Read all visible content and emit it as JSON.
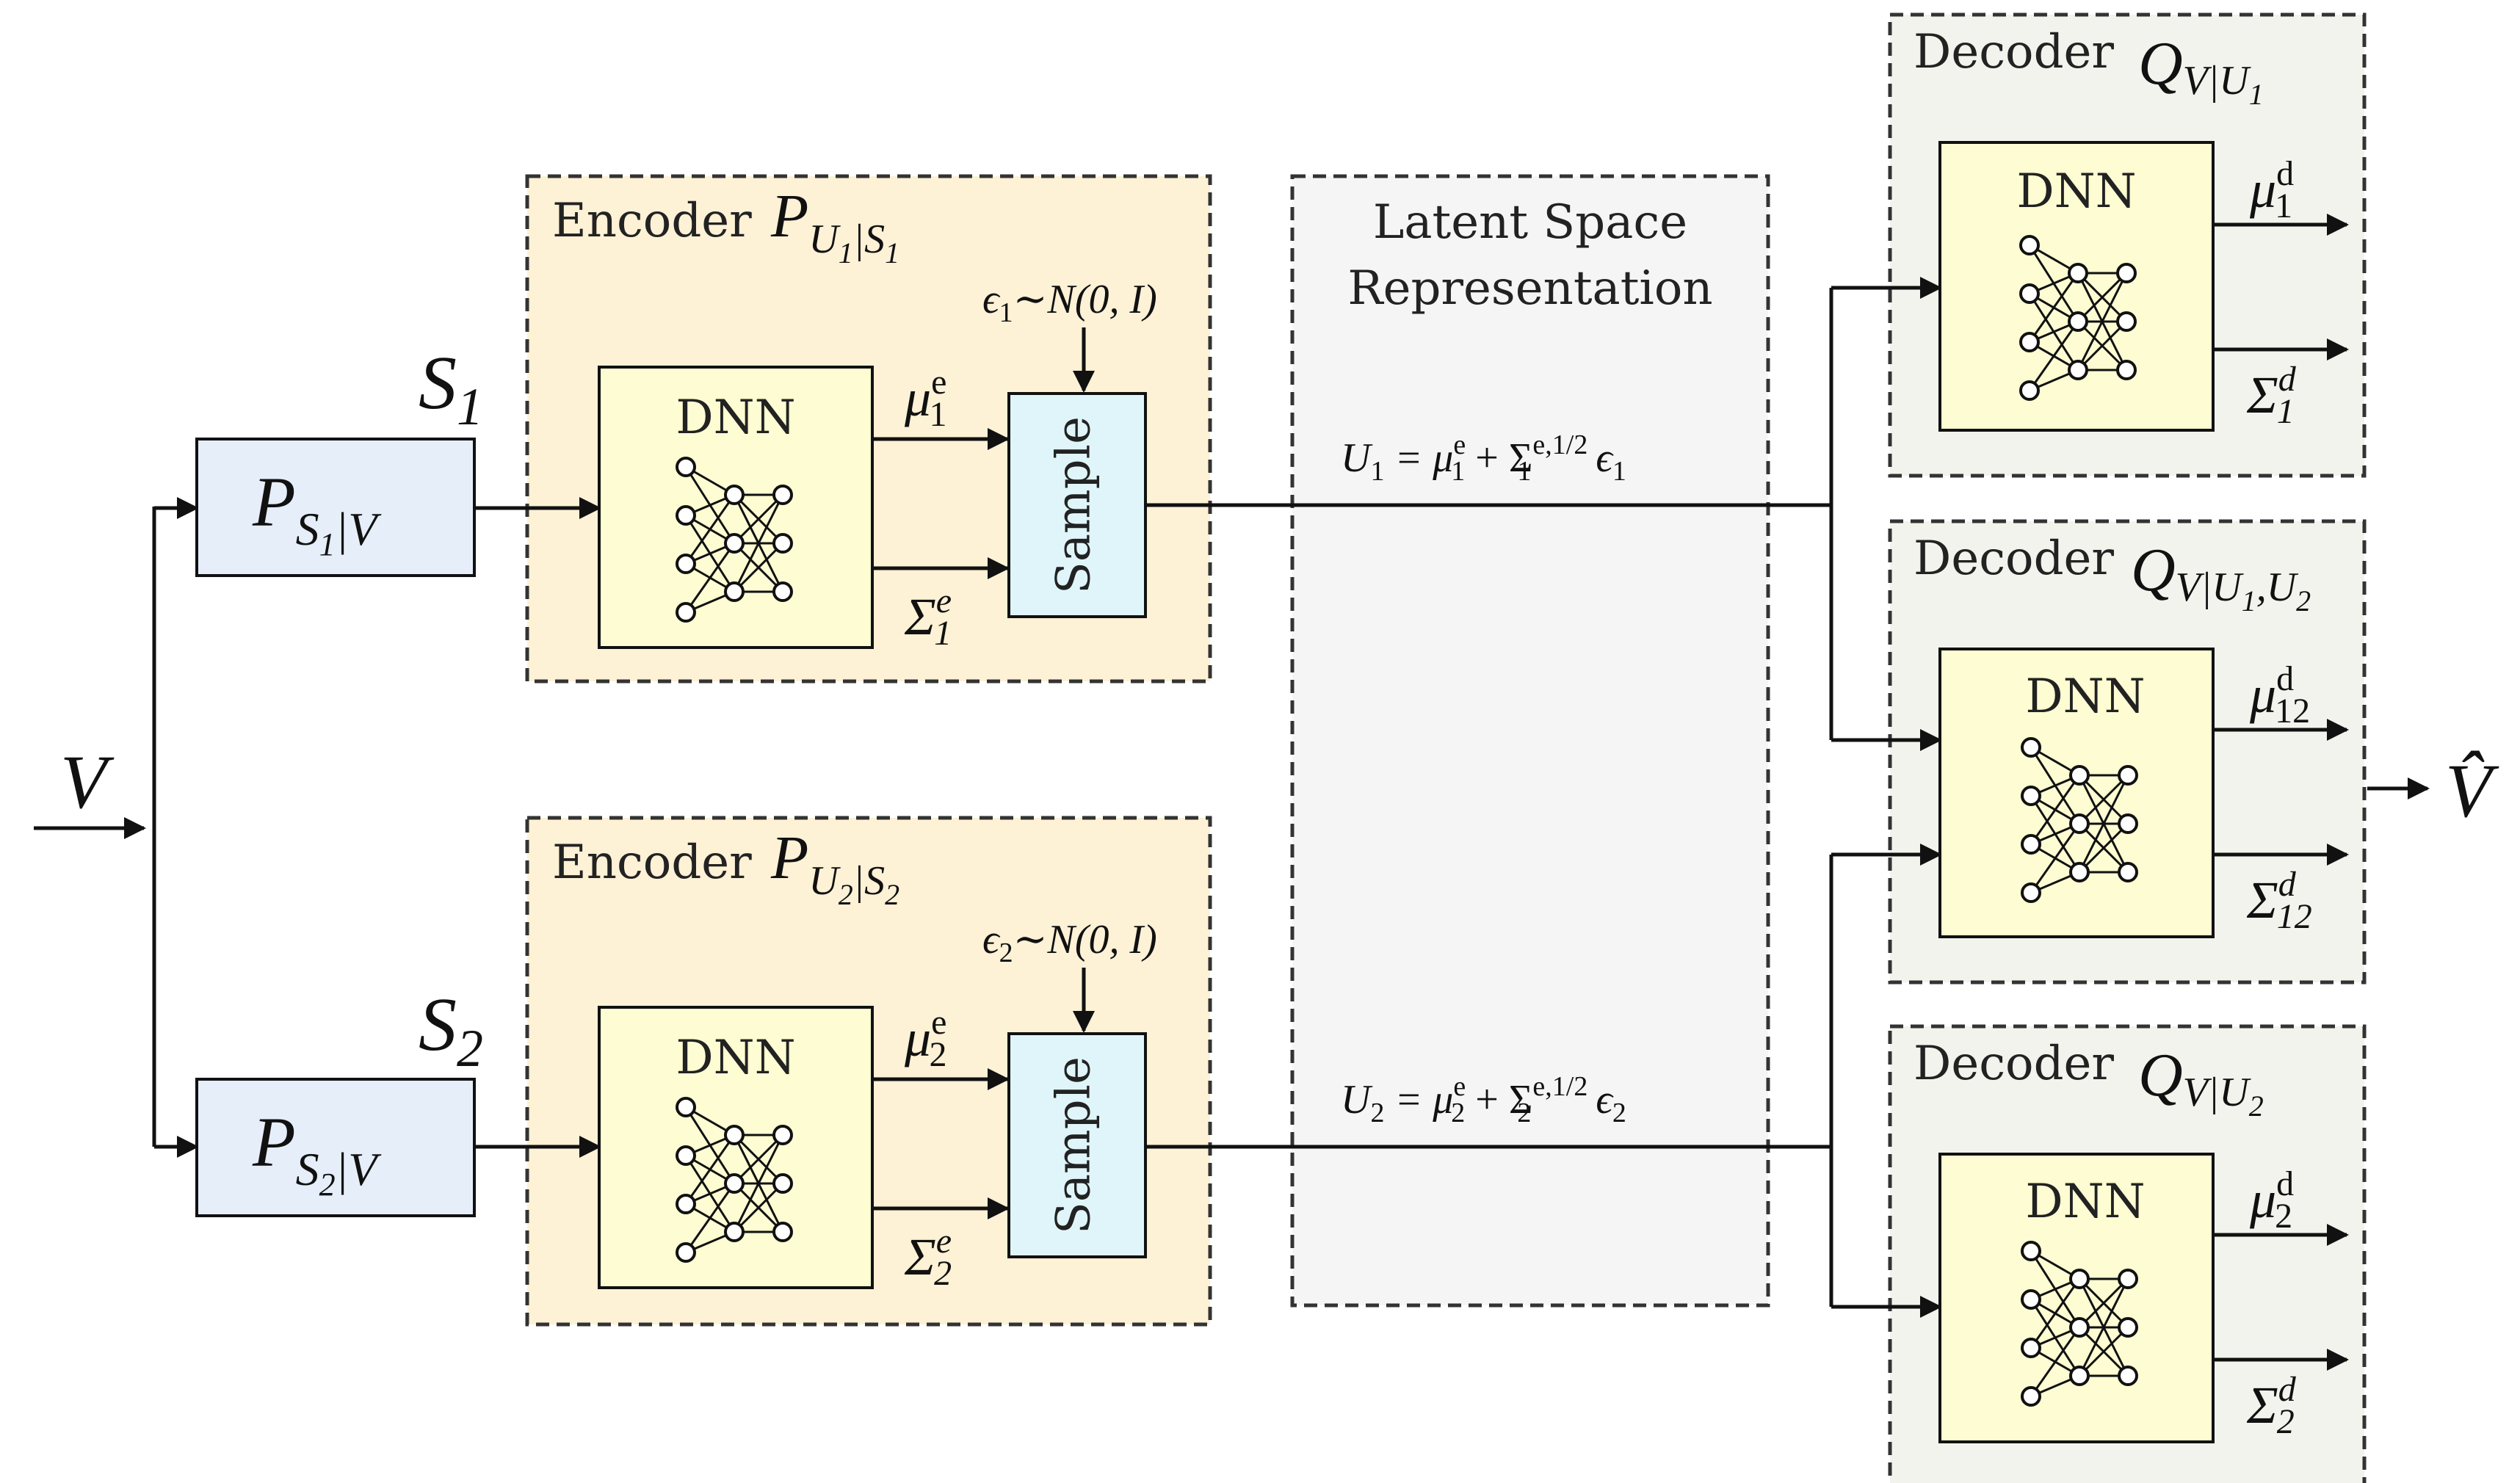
{
  "colors": {
    "encoder_fill": "#fdf1d6",
    "decoder_fill": "#f1f3ec",
    "latent_fill": "#f5f5f5",
    "channel_fill": "#e6eefa",
    "dnn_fill": "#fdfcd2",
    "sample_fill": "#dff5f9",
    "line": "#111111"
  },
  "input": {
    "symbol": "V"
  },
  "output": {
    "symbol": "V̂"
  },
  "channels": [
    {
      "source_symbol": "S",
      "source_sub": "1",
      "box_main": "P",
      "box_sub_a": "S",
      "box_sub_b": "1",
      "box_sub_c": "|V"
    },
    {
      "source_symbol": "S",
      "source_sub": "2",
      "box_main": "P",
      "box_sub_a": "S",
      "box_sub_b": "2",
      "box_sub_c": "|V"
    }
  ],
  "encoders": [
    {
      "title": "Encoder",
      "p_main": "P",
      "p_sub": "U",
      "p_sub_i": "1",
      "p_sub_bar": "|S",
      "p_sub_j": "1",
      "dnn_label": "DNN",
      "mu": "μ",
      "mu_sup": "e",
      "mu_sub": "1",
      "sigma": "Σ",
      "sigma_sup": "e",
      "sigma_sub": "1",
      "sample_label": "Sample",
      "noise": "ϵ",
      "noise_sub": "1",
      "noise_dist": "∼N(0, I)"
    },
    {
      "title": "Encoder",
      "p_main": "P",
      "p_sub": "U",
      "p_sub_i": "2",
      "p_sub_bar": "|S",
      "p_sub_j": "2",
      "dnn_label": "DNN",
      "mu": "μ",
      "mu_sup": "e",
      "mu_sub": "2",
      "sigma": "Σ",
      "sigma_sup": "e",
      "sigma_sub": "2",
      "sample_label": "Sample",
      "noise": "ϵ",
      "noise_sub": "2",
      "noise_dist": "∼N(0, I)"
    }
  ],
  "latent": {
    "title_line1": "Latent Space",
    "title_line2": "Representation",
    "eq1": {
      "u": "U",
      "u_sub": "1",
      "eq": " = μ",
      "mu_sup": "e",
      "mu_sub": "1",
      "plus": " + Σ",
      "sig_sup": "e,1/2",
      "sig_sub": "1",
      "eps": " ϵ",
      "eps_sub": "1"
    },
    "eq2": {
      "u": "U",
      "u_sub": "2",
      "eq": " = μ",
      "mu_sup": "e",
      "mu_sub": "2",
      "plus": " + Σ",
      "sig_sup": "e,1/2",
      "sig_sub": "2",
      "eps": " ϵ",
      "eps_sub": "2"
    }
  },
  "decoders": [
    {
      "title": "Decoder",
      "q_main": "Q",
      "q_sub": "V|U",
      "q_sub_1": "1",
      "q_sub_tail": "",
      "q_sub_2": "",
      "dnn_label": "DNN",
      "mu": "μ",
      "mu_sup": "d",
      "mu_sub": "1",
      "sigma": "Σ",
      "sigma_sup": "d",
      "sigma_sub": "1"
    },
    {
      "title": "Decoder",
      "q_main": "Q",
      "q_sub": "V|U",
      "q_sub_1": "1",
      "q_sub_tail": ",U",
      "q_sub_2": "2",
      "dnn_label": "DNN",
      "mu": "μ",
      "mu_sup": "d",
      "mu_sub": "12",
      "sigma": "Σ",
      "sigma_sup": "d",
      "sigma_sub": "12"
    },
    {
      "title": "Decoder",
      "q_main": "Q",
      "q_sub": "V|U",
      "q_sub_1": "2",
      "q_sub_tail": "",
      "q_sub_2": "",
      "dnn_label": "DNN",
      "mu": "μ",
      "mu_sup": "d",
      "mu_sub": "2",
      "sigma": "Σ",
      "sigma_sup": "d",
      "sigma_sub": "2"
    }
  ]
}
